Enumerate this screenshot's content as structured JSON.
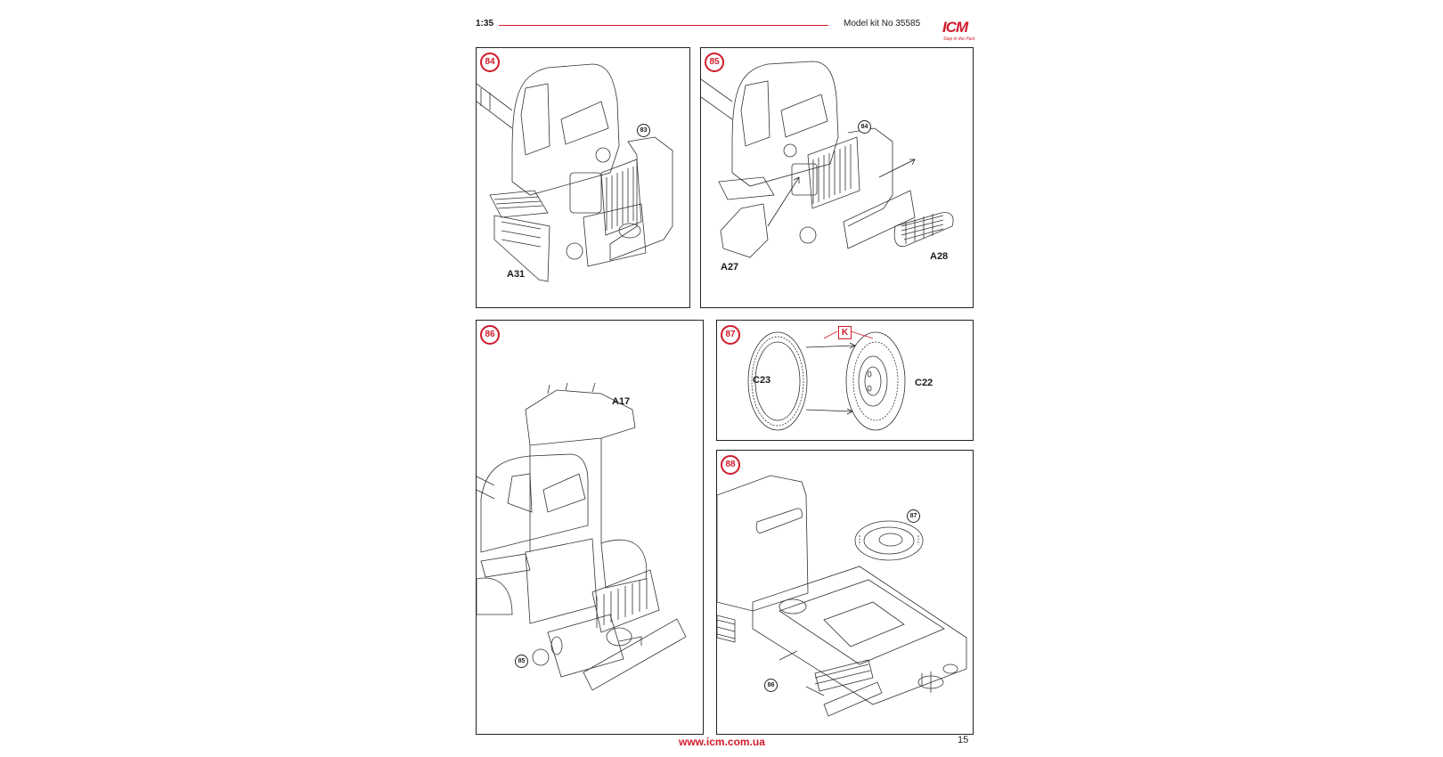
{
  "header": {
    "scale": "1:35",
    "kit": "Model kit No 35585",
    "logo": {
      "text": "ICM",
      "tagline": "Step in the Past",
      "color": "#d11a2a"
    }
  },
  "steps": [
    {
      "number": "84",
      "labels": [
        "A31"
      ],
      "refs": [
        "83"
      ]
    },
    {
      "number": "85",
      "labels": [
        "A27",
        "A28"
      ],
      "refs": [
        "84"
      ]
    },
    {
      "number": "86",
      "labels": [
        "A17"
      ],
      "refs": [
        "85"
      ]
    },
    {
      "number": "87",
      "labels": [
        "C23",
        "C22"
      ],
      "refs": [],
      "material_tag": "K"
    },
    {
      "number": "88",
      "labels": [],
      "refs": [
        "87",
        "86"
      ]
    }
  ],
  "footer": {
    "url": "www.icm.com.ua",
    "page": "15"
  },
  "colors": {
    "accent": "#d11a2a",
    "line": "#222222"
  }
}
